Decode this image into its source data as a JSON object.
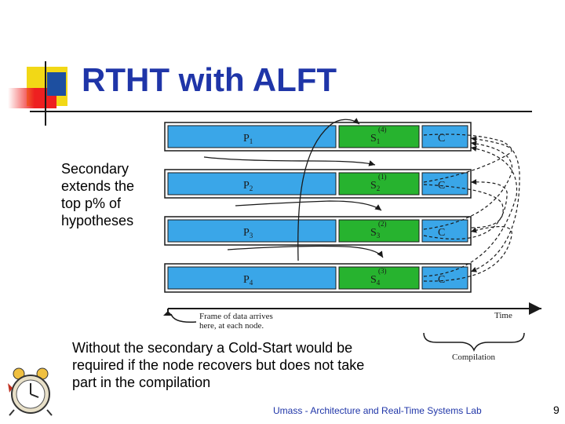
{
  "slide": {
    "title": "RTHT with ALFT",
    "side_text": "Secondary extends the top p% of hypotheses",
    "bottom_text": "Without the secondary a Cold-Start would be required if the node recovers but does not take part in the compilation",
    "footer": "Umass - Architecture and Real-Time Systems Lab",
    "page_number": "9"
  },
  "diagram": {
    "rows": [
      {
        "p": "P",
        "p_sub": "1",
        "s": "S",
        "s_sub": "1",
        "s_sup": "(4)",
        "c": "C"
      },
      {
        "p": "P",
        "p_sub": "2",
        "s": "S",
        "s_sub": "2",
        "s_sup": "(1)",
        "c": "C"
      },
      {
        "p": "P",
        "p_sub": "3",
        "s": "S",
        "s_sub": "3",
        "s_sup": "(2)",
        "c": "C"
      },
      {
        "p": "P",
        "p_sub": "4",
        "s": "S",
        "s_sub": "4",
        "s_sup": "(3)",
        "c": "C"
      }
    ],
    "frame_label_line1": "Frame of data arrives",
    "frame_label_line2": "here, at each node.",
    "time_label": "Time",
    "compilation_label": "Compilation",
    "colors": {
      "box_blue": "#3aa6e8",
      "box_green": "#27b32f",
      "border": "#1a1a1a"
    }
  },
  "icons": [
    "alarm-clock-icon"
  ]
}
